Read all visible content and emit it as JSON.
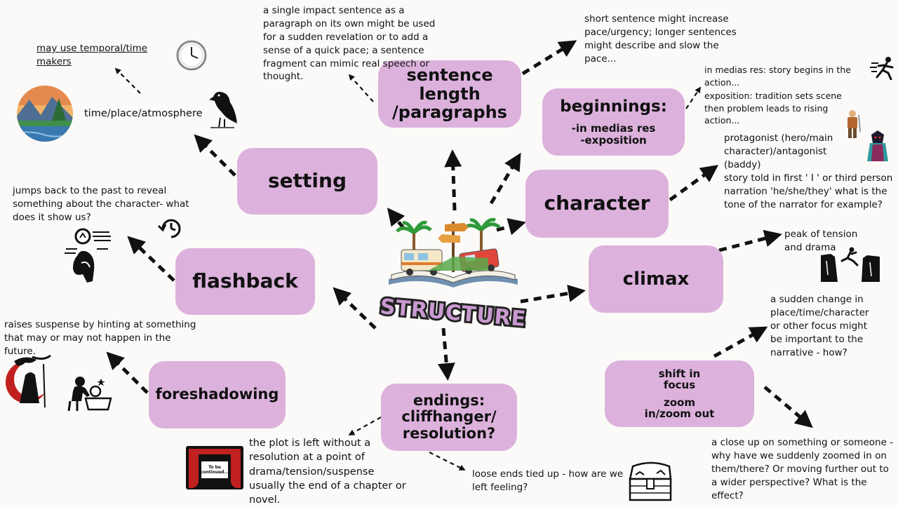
{
  "center": {
    "label": "STRUCTURE"
  },
  "nodes": {
    "sentence_length": "sentence length /paragraphs",
    "beginnings_title": "beginnings:",
    "beginnings_items": [
      "-in medias res",
      "-exposition"
    ],
    "setting": "setting",
    "character": "character",
    "flashback": "flashback",
    "climax": "climax",
    "foreshadowing": "foreshadowing",
    "endings": "endings: cliffhanger/ resolution?",
    "shift_in_focus": "shift in focus",
    "zoom": "zoom in/zoom out"
  },
  "notes": {
    "temporal": "may use temporal/time makers",
    "time_place": "time/place/atmosphere",
    "single_sentence": "a single impact sentence as a paragraph on its own might be used for a sudden revelation or to add a sense of a quick pace; a sentence fragment can mimic real speech or thought.",
    "short_sentence": "short sentence might increase pace/urgency; longer sentences might describe and slow the pace...",
    "in_medias_res": "in medias res:  story begins in the action...",
    "exposition": "exposition: tradition sets scene then problem leads to rising action...",
    "protagonist": "protagonist (hero/main character)/antagonist (baddy)",
    "narration": "story told in first ' I ' or third person narration 'he/she/they' what is the tone of the narrator for example?",
    "jumps_back": "jumps back to the past to reveal something about the character- what does it show us?",
    "peak": "peak of tension and drama",
    "sudden_change": "a sudden change in place/time/character or other focus might be important to the narrative - how?",
    "raises_suspense": "raises suspense by hinting at something that may or may not happen in the future.",
    "plot_left": "the plot is left without a resolution at a point of drama/tension/suspense usually the end of a chapter or novel.",
    "loose_ends": "loose ends tied up - how are we left feeling?",
    "close_up": "a close up on something or someone - why have we suddenly zoomed in on them/there? Or moving further out to a wider perspective? What is the effect?",
    "to_be_continued": "To be continued..."
  },
  "colors": {
    "node_fill": "#dcb2dc",
    "arrow": "#111111",
    "banner": "#c89ad0"
  }
}
